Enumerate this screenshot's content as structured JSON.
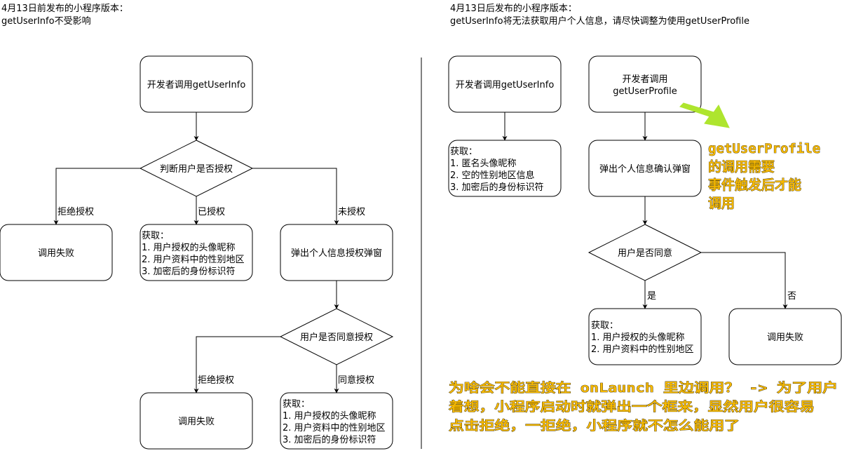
{
  "left": {
    "caption_line1": "4月13日前发布的小程序版本：",
    "caption_line2": "getUserInfo不受影响",
    "start": "开发者调用getUserInfo",
    "decision_auth": "判断用户是否授权",
    "edge_reject": "拒绝授权",
    "edge_authorized": "已授权",
    "edge_unauthorized": "未授权",
    "fail_1": "调用失败",
    "obtain_1": [
      "获取：",
      "1. 用户授权的头像昵称",
      "2. 用户资料中的性别地区",
      "3. 加密后的身份标识符"
    ],
    "popup": "弹出个人信息授权弹窗",
    "decision_agree": "用户是否同意授权",
    "edge_reject_2": "拒绝授权",
    "edge_agree": "同意授权",
    "fail_2": "调用失败",
    "obtain_2": [
      "获取：",
      "1. 用户授权的头像昵称",
      "2. 用户资料中的性别地区",
      "3. 加密后的身份标识符"
    ]
  },
  "right": {
    "caption_line1": "4月13日后发布的小程序版本：",
    "caption_line2": "getUserInfo将无法获取用户个人信息，请尽快调整为使用getUserProfile",
    "start_info": "开发者调用getUserInfo",
    "obtain_info": [
      "获取：",
      "1. 匿名头像昵称",
      "2. 空的性别地区信息",
      "3. 加密后的身份标识符"
    ],
    "start_profile": [
      "开发者调用",
      "getUserProfile"
    ],
    "popup": "弹出个人信息确认弹窗",
    "decision": "用户是否同意",
    "edge_yes": "是",
    "edge_no": "否",
    "obtain_profile": [
      "获取：",
      "1. 用户授权的头像昵称",
      "2. 用户资料中的性别地区"
    ],
    "fail": "调用失败"
  },
  "notes": {
    "profile_note": [
      "getUserProfile",
      "的调用需要",
      "事件触发后才能",
      "调用"
    ],
    "launch_note": [
      "为啥会不能直接在 onLaunch 里边调用？ -> 为了用户",
      "着想，小程序启动时就弹出一个框来，显然用户很容易",
      "点击拒绝，一拒绝，小程序就不怎么能用了"
    ]
  },
  "colors": {
    "note_text": "#f5b800",
    "pointer_arrow": "#aee52e",
    "stroke": "#000000"
  }
}
